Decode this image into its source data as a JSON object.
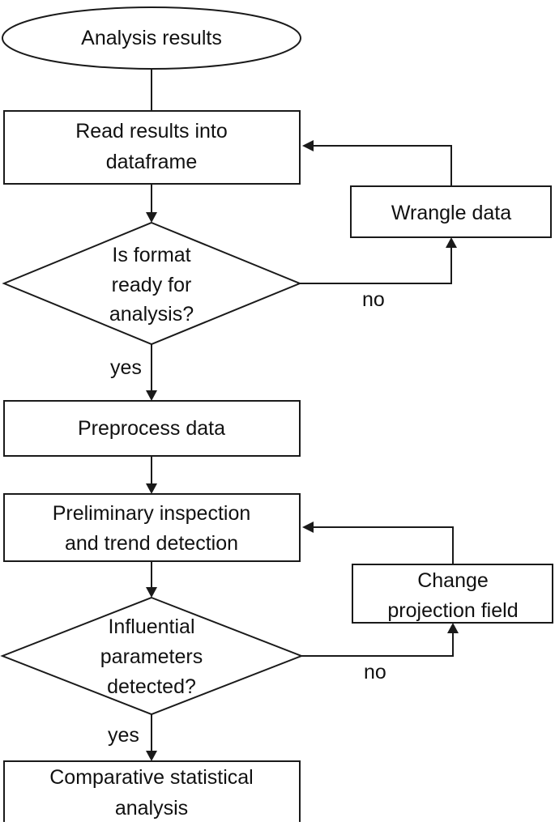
{
  "nodes": {
    "start": {
      "lines": [
        "Analysis results"
      ]
    },
    "read": {
      "lines": [
        "Read results into",
        "dataframe"
      ]
    },
    "wrangle": {
      "lines": [
        "Wrangle  data"
      ]
    },
    "format_check": {
      "lines": [
        "Is format",
        "ready for",
        "analysis?"
      ]
    },
    "preprocess": {
      "lines": [
        "Preprocess data"
      ]
    },
    "inspection": {
      "lines": [
        "Preliminary  inspection",
        "and trend detection"
      ]
    },
    "change_projection": {
      "lines": [
        "Change",
        "projection field"
      ]
    },
    "influential_check": {
      "lines": [
        "Influential",
        "parameters",
        "detected?"
      ]
    },
    "comparative": {
      "lines": [
        "Comparative statistical",
        "analysis"
      ]
    }
  },
  "edge_labels": {
    "format_no": "no",
    "format_yes": "yes",
    "influential_no": "no",
    "influential_yes": "yes"
  }
}
